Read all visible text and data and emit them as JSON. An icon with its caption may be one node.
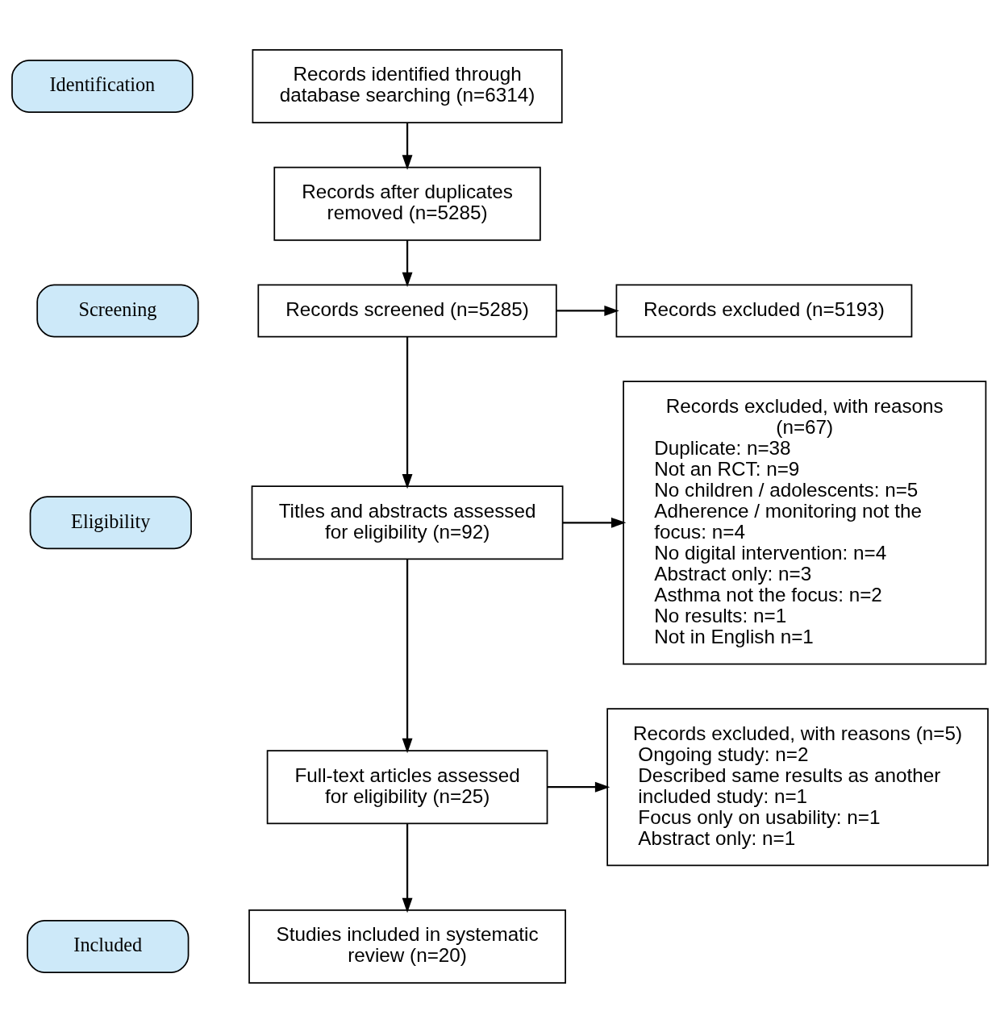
{
  "diagram": {
    "nodes": [
      {
        "text": [
          "Identification"
        ]
      },
      {
        "text": [
          "Screening"
        ]
      },
      {
        "text": [
          "Eligibility"
        ]
      },
      {
        "text": [
          "Included"
        ]
      },
      {
        "text": [
          "Records identified through database searching (n=6314)"
        ]
      },
      {
        "text": [
          "Records after duplicates removed (n=5285)"
        ]
      },
      {
        "text": [
          "Records screened (n=5285)"
        ]
      },
      {
        "text": [
          "Records excluded (n=5193)"
        ]
      },
      {
        "text": [
          "Titles and abstracts assessed for eligibility (n=92)"
        ]
      },
      {
        "text": [
          "Records excluded, with reasons (n=67)",
          "Duplicate: n=38",
          "Not an RCT: n=9",
          "No children / adolescents: n=5",
          "Adherence / monitoring not the focus: n=4",
          "No digital intervention: n=4",
          "Abstract only: n=3",
          "Asthma not the focus: n=2",
          "No results: n=1",
          "Not in English n=1"
        ]
      },
      {
        "text": [
          "Full-text articles assessed for eligibility (n=25)"
        ]
      },
      {
        "text": [
          "Records excluded, with reasons (n=5)",
          "Ongoing study: n=2",
          "Described same results as another included study: n=1",
          "Focus only on usability: n=1",
          "Abstract only: n=1"
        ]
      },
      {
        "text": [
          "Studies included in systematic review (n=20)"
        ]
      }
    ],
    "edges": [
      {
        "from": 4,
        "to": 5,
        "arrow": "to"
      },
      {
        "from": 5,
        "to": 6,
        "arrow": "to"
      },
      {
        "from": 6,
        "to": 7,
        "arrow": "to"
      },
      {
        "from": 6,
        "to": 8,
        "arrow": "to"
      },
      {
        "from": 8,
        "to": 9,
        "arrow": "to"
      },
      {
        "from": 8,
        "to": 10,
        "arrow": "to"
      },
      {
        "from": 10,
        "to": 11,
        "arrow": "to"
      },
      {
        "from": 10,
        "to": 12,
        "arrow": "to"
      }
    ]
  }
}
